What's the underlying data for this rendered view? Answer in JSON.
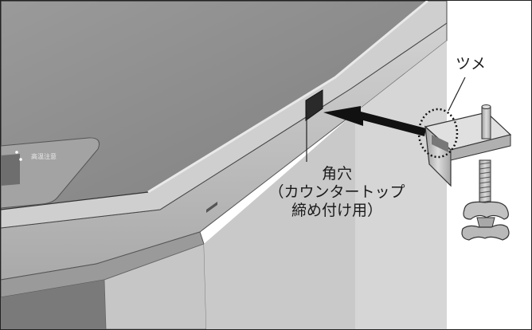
{
  "labels": {
    "claw": "ツメ",
    "hole_line1": "角穴",
    "hole_line2": "（カウンタートップ",
    "hole_line3": "締め付け用）"
  },
  "panel_text": "高温注意",
  "colors": {
    "top_plate": "#8c8c8c",
    "body_front": "#b5b5b5",
    "arrow": "#111111",
    "clamp": "#bdbdbd",
    "outline": "#222222"
  },
  "icons": [
    "arrow-right-to-left",
    "dotted-circle-highlight",
    "clamp-bolt"
  ]
}
